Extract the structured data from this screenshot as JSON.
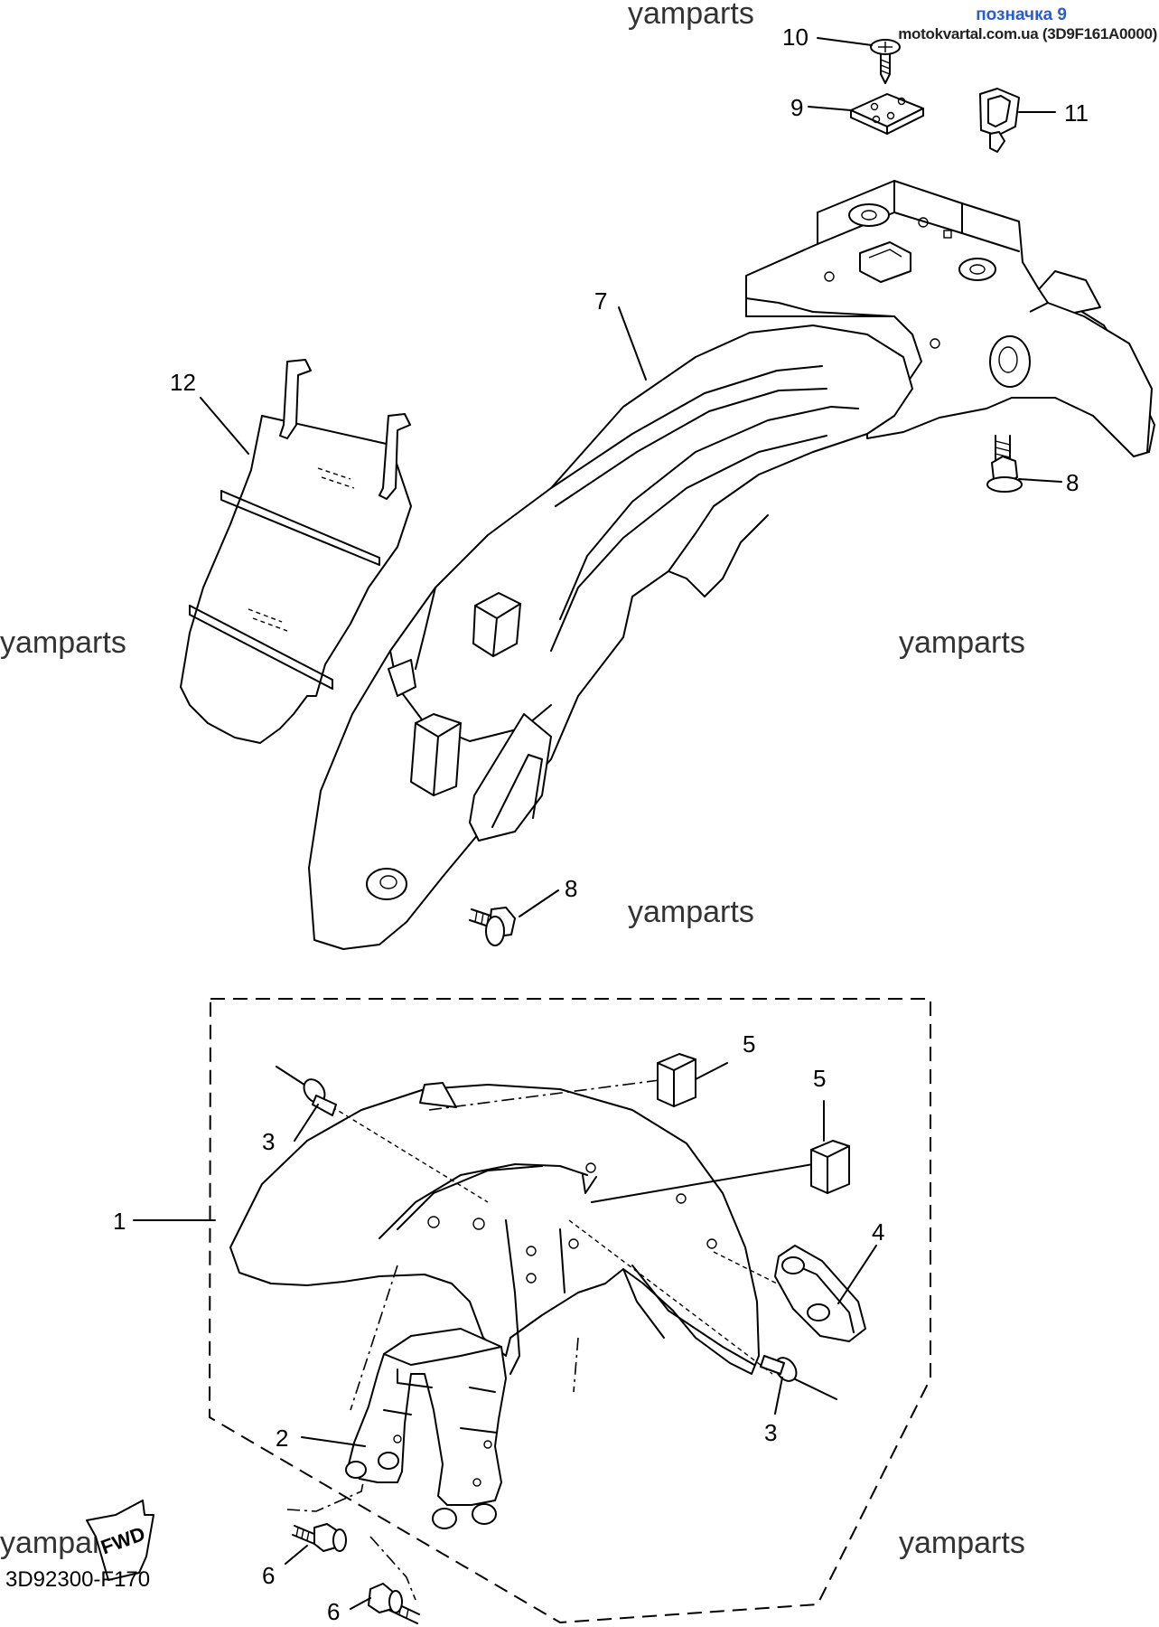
{
  "header": {
    "designation": "позначка 9",
    "source": "motokvartal.com.ua (3D9F161A0000)"
  },
  "watermark": "yamparts",
  "diagram_code": "3D92300-F170",
  "fwd_label": "FWD",
  "callouts": {
    "c1": "1",
    "c2": "2",
    "c3a": "3",
    "c3b": "3",
    "c4": "4",
    "c5a": "5",
    "c5b": "5",
    "c6a": "6",
    "c6b": "6",
    "c7": "7",
    "c8a": "8",
    "c8b": "8",
    "c9": "9",
    "c10": "10",
    "c11": "11",
    "c12": "12"
  }
}
